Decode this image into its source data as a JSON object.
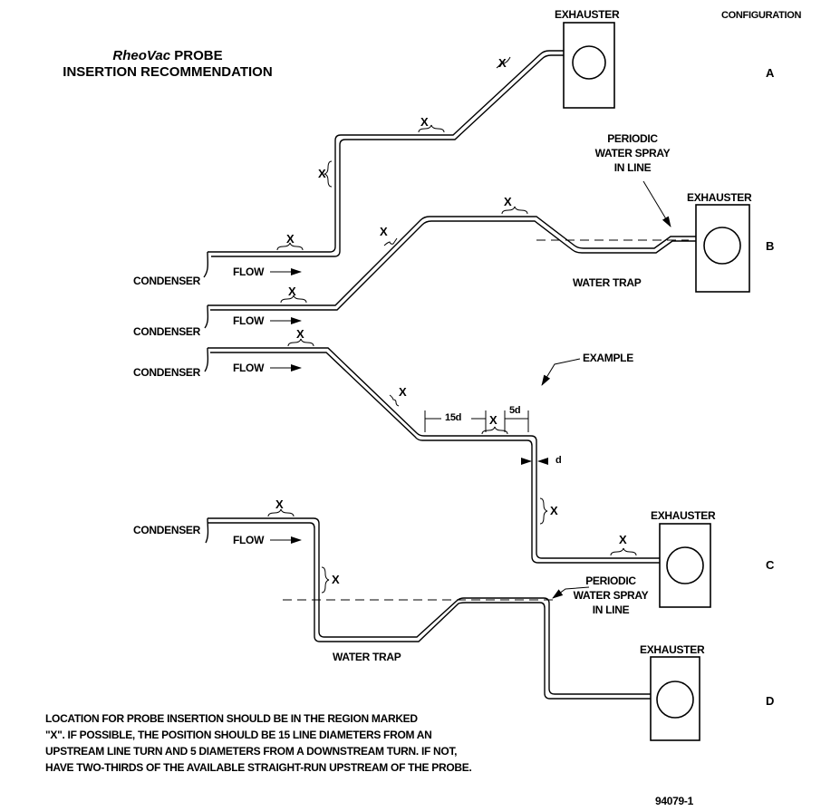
{
  "title": {
    "line1_italic": "RheoVac",
    "line1_rest": " PROBE",
    "line2": "INSERTION RECOMMENDATION"
  },
  "configuration_header": "CONFIGURATION",
  "configurations": [
    "A",
    "B",
    "C",
    "D"
  ],
  "labels": {
    "exhauster": "EXHAUSTER",
    "condenser": "CONDENSER",
    "flow": "FLOW",
    "x": "X",
    "water_trap": "WATER TRAP",
    "periodic_line1": "PERIODIC",
    "periodic_line2": "WATER SPRAY",
    "periodic_line3": "IN LINE",
    "example": "EXAMPLE",
    "dim_15d": "15d",
    "dim_5d": "5d",
    "dim_d": "d"
  },
  "note": [
    "LOCATION FOR PROBE INSERTION SHOULD BE IN THE REGION MARKED",
    "\"X\". IF POSSIBLE, THE POSITION SHOULD BE 15 LINE DIAMETERS FROM AN",
    "UPSTREAM LINE TURN AND 5 DIAMETERS FROM A DOWNSTREAM TURN. IF NOT,",
    "HAVE TWO-THIRDS OF THE AVAILABLE STRAIGHT-RUN UPSTREAM OF THE PROBE."
  ],
  "figure_number": "94079-1"
}
